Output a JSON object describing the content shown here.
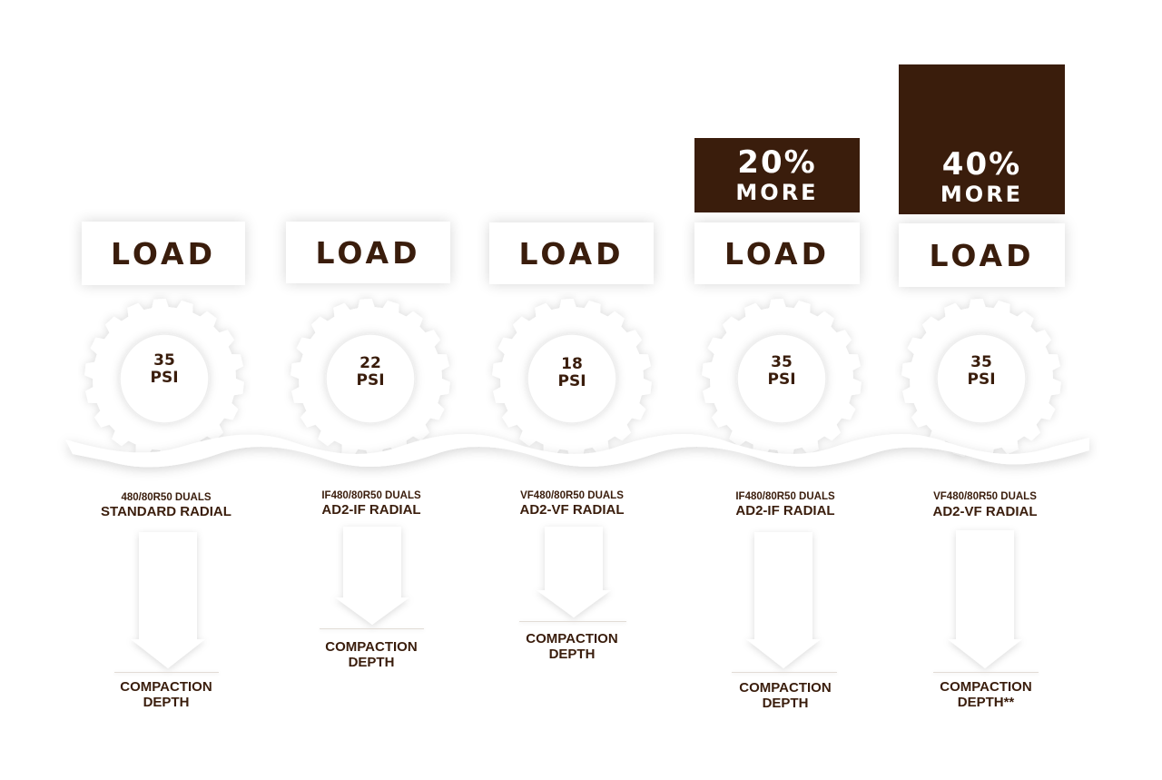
{
  "columns": [
    {
      "load": "LOAD",
      "more_pct": "",
      "more_word": "",
      "psi_value": "35",
      "psi_unit": "PSI",
      "tire_size": "480/80R50 DUALS",
      "tire_type": "STANDARD RADIAL",
      "depth_line1": "COMPACTION",
      "depth_line2": "DEPTH"
    },
    {
      "load": "LOAD",
      "more_pct": "",
      "more_word": "",
      "psi_value": "22",
      "psi_unit": "PSI",
      "tire_size": "IF480/80R50 DUALS",
      "tire_type": "AD2-IF RADIAL",
      "depth_line1": "COMPACTION",
      "depth_line2": "DEPTH"
    },
    {
      "load": "LOAD",
      "more_pct": "",
      "more_word": "",
      "psi_value": "18",
      "psi_unit": "PSI",
      "tire_size": "VF480/80R50 DUALS",
      "tire_type": "AD2-VF RADIAL",
      "depth_line1": "COMPACTION",
      "depth_line2": "DEPTH"
    },
    {
      "load": "LOAD",
      "more_pct": "20%",
      "more_word": "MORE",
      "psi_value": "35",
      "psi_unit": "PSI",
      "tire_size": "IF480/80R50 DUALS",
      "tire_type": "AD2-IF RADIAL",
      "depth_line1": "COMPACTION",
      "depth_line2": "DEPTH"
    },
    {
      "load": "LOAD",
      "more_pct": "40%",
      "more_word": "MORE",
      "psi_value": "35",
      "psi_unit": "PSI",
      "tire_size": "VF480/80R50 DUALS",
      "tire_type": "AD2-VF RADIAL",
      "depth_line1": "COMPACTION",
      "depth_line2": "DEPTH**"
    }
  ],
  "colors": {
    "brand_brown": "#3a1d0c",
    "text_brown": "#3a2110",
    "background": "#ffffff"
  }
}
